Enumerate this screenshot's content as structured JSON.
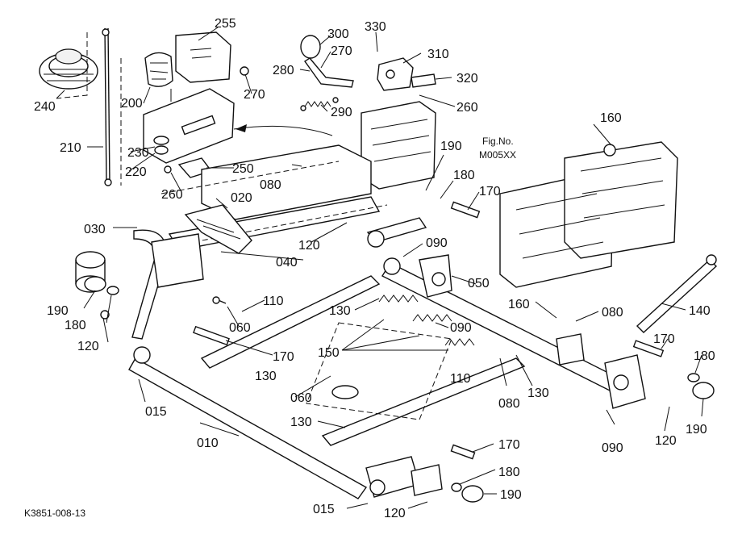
{
  "diagram": {
    "drawing_code": "K3851-008-13",
    "fig_ref_line1": "Fig.No.",
    "fig_ref_line2": "M005XX",
    "callouts": [
      {
        "id": "c240",
        "text": "240"
      },
      {
        "id": "c210",
        "text": "210"
      },
      {
        "id": "c230",
        "text": "230"
      },
      {
        "id": "c220",
        "text": "220"
      },
      {
        "id": "c200",
        "text": "200"
      },
      {
        "id": "c255",
        "text": "255"
      },
      {
        "id": "c270a",
        "text": "270"
      },
      {
        "id": "c250",
        "text": "250"
      },
      {
        "id": "c260a",
        "text": "260"
      },
      {
        "id": "c300",
        "text": "300"
      },
      {
        "id": "c330",
        "text": "330"
      },
      {
        "id": "c270b",
        "text": "270"
      },
      {
        "id": "c280",
        "text": "280"
      },
      {
        "id": "c310",
        "text": "310"
      },
      {
        "id": "c320",
        "text": "320"
      },
      {
        "id": "c260b",
        "text": "260"
      },
      {
        "id": "c290",
        "text": "290"
      },
      {
        "id": "c160a",
        "text": "160"
      },
      {
        "id": "c190a",
        "text": "190"
      },
      {
        "id": "c180a",
        "text": "180"
      },
      {
        "id": "c170a",
        "text": "170"
      },
      {
        "id": "c080a",
        "text": "080"
      },
      {
        "id": "c020",
        "text": "020"
      },
      {
        "id": "c030",
        "text": "030"
      },
      {
        "id": "c120a",
        "text": "120"
      },
      {
        "id": "c040",
        "text": "040"
      },
      {
        "id": "c090a",
        "text": "090"
      },
      {
        "id": "c050",
        "text": "050"
      },
      {
        "id": "c190b",
        "text": "190"
      },
      {
        "id": "c180b",
        "text": "180"
      },
      {
        "id": "c120b",
        "text": "120"
      },
      {
        "id": "c110a",
        "text": "110"
      },
      {
        "id": "c060a",
        "text": "060"
      },
      {
        "id": "c130a",
        "text": "130"
      },
      {
        "id": "c090b",
        "text": "090"
      },
      {
        "id": "c160b",
        "text": "160"
      },
      {
        "id": "c080b",
        "text": "080"
      },
      {
        "id": "c140",
        "text": "140"
      },
      {
        "id": "c170b",
        "text": "170"
      },
      {
        "id": "c150",
        "text": "150"
      },
      {
        "id": "c170c",
        "text": "170"
      },
      {
        "id": "c130b",
        "text": "130"
      },
      {
        "id": "c180c",
        "text": "180"
      },
      {
        "id": "c015a",
        "text": "015"
      },
      {
        "id": "c060b",
        "text": "060"
      },
      {
        "id": "c080c",
        "text": "080"
      },
      {
        "id": "c130c",
        "text": "130"
      },
      {
        "id": "c110b",
        "text": "110"
      },
      {
        "id": "c190c",
        "text": "190"
      },
      {
        "id": "c120c",
        "text": "120"
      },
      {
        "id": "c090c",
        "text": "090"
      },
      {
        "id": "c010",
        "text": "010"
      },
      {
        "id": "c130d",
        "text": "130"
      },
      {
        "id": "c170d",
        "text": "170"
      },
      {
        "id": "c180d",
        "text": "180"
      },
      {
        "id": "c190d",
        "text": "190"
      },
      {
        "id": "c015b",
        "text": "015"
      },
      {
        "id": "c120d",
        "text": "120"
      }
    ]
  }
}
